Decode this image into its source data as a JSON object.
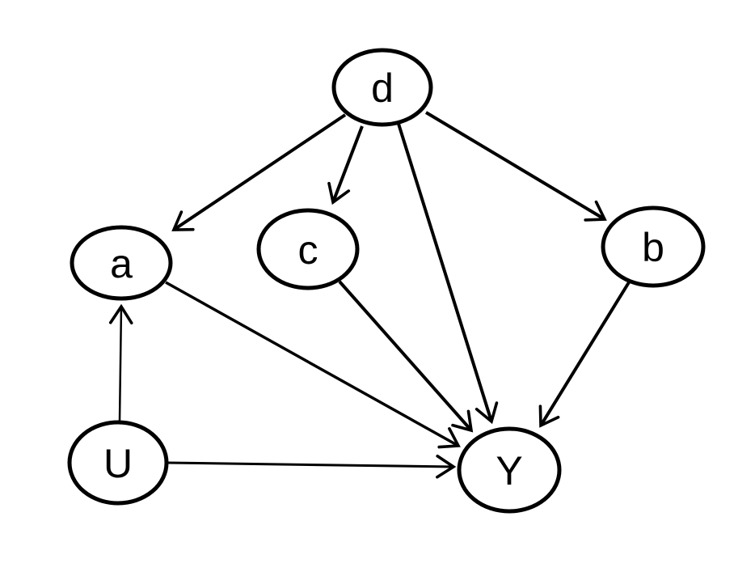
{
  "diagram": {
    "type": "directed-graph",
    "background_color": "#ffffff",
    "stroke_color": "#000000",
    "nodes": [
      {
        "id": "d",
        "label": "d"
      },
      {
        "id": "a",
        "label": "a"
      },
      {
        "id": "c",
        "label": "c"
      },
      {
        "id": "b",
        "label": "b"
      },
      {
        "id": "U",
        "label": "U"
      },
      {
        "id": "Y",
        "label": "Y"
      }
    ],
    "edges": [
      {
        "from": "d",
        "to": "a"
      },
      {
        "from": "d",
        "to": "c"
      },
      {
        "from": "d",
        "to": "Y"
      },
      {
        "from": "d",
        "to": "b"
      },
      {
        "from": "a",
        "to": "Y"
      },
      {
        "from": "c",
        "to": "Y"
      },
      {
        "from": "b",
        "to": "Y"
      },
      {
        "from": "U",
        "to": "a"
      },
      {
        "from": "U",
        "to": "Y"
      }
    ]
  }
}
